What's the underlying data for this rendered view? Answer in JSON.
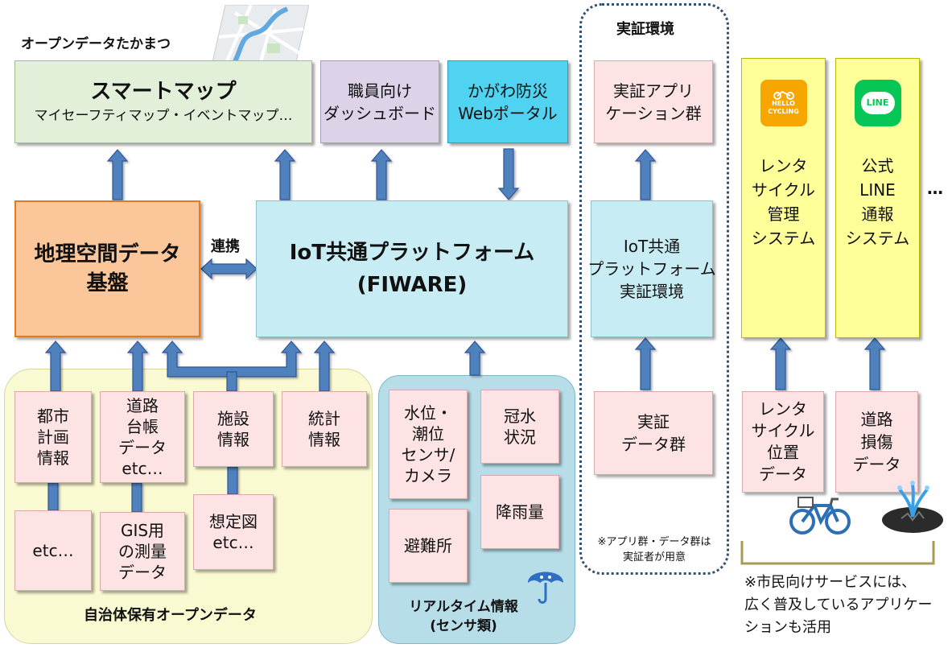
{
  "title_open_data": "オープンデータたかまつ",
  "smart_map": {
    "title": "スマートマップ",
    "subtitle": "マイセーフティマップ・イベントマップ…"
  },
  "staff_dashboard": {
    "line1": "職員向け",
    "line2": "ダッシュボード"
  },
  "kagawa_portal": {
    "line1": "かがわ防災",
    "line2": "Webポータル"
  },
  "geo_platform": {
    "line1": "地理空間データ",
    "line2": "基盤"
  },
  "link_label": "連携",
  "iot_platform": {
    "line1": "IoT共通プラットフォーム",
    "line2": "(FIWARE)"
  },
  "demo": {
    "title": "実証環境",
    "apps": {
      "line1": "実証アプリ",
      "line2": "ケーション群"
    },
    "iot": {
      "line1": "IoT共通",
      "line2": "プラットフォーム",
      "line3": "実証環境"
    },
    "data": {
      "line1": "実証",
      "line2": "データ群"
    },
    "note": {
      "line1": "※アプリ群・データ群は",
      "line2": "実証者が用意"
    }
  },
  "rental_cycle_mgmt": {
    "logo_line1": "HELLO",
    "logo_line2": "CYCLING",
    "line1": "レンタ",
    "line2": "サイクル",
    "line3": "管理",
    "line4": "システム"
  },
  "line_report": {
    "logo": "LINE",
    "line1": "公式",
    "line2": "LINE",
    "line3": "通報",
    "line4": "システム"
  },
  "ellipsis": "…",
  "rental_cycle_data": {
    "line1": "レンタ",
    "line2": "サイクル",
    "line3": "位置",
    "line4": "データ"
  },
  "road_damage": {
    "line1": "道路",
    "line2": "損傷",
    "line3": "データ"
  },
  "citizen_note": {
    "line1": "※市民向けサービスには、",
    "line2": "広く普及しているアプリケー",
    "line3": "ションも活用"
  },
  "municipal": {
    "label": "自治体保有オープンデータ",
    "city_plan": {
      "line1": "都市",
      "line2": "計画",
      "line3": "情報"
    },
    "road_ledger": {
      "line1": "道路",
      "line2": "台帳",
      "line3": "データ",
      "line4": "etc…"
    },
    "facility": {
      "line1": "施設",
      "line2": "情報"
    },
    "statistics": {
      "line1": "統計",
      "line2": "情報"
    },
    "etc": "etc…",
    "gis_survey": {
      "line1": "GIS用",
      "line2": "の測量",
      "line3": "データ"
    },
    "hazard_map": {
      "line1": "想定図",
      "line2": "etc…"
    }
  },
  "realtime": {
    "label1": "リアルタイム情報",
    "label2": "(センサ類)",
    "water_level": {
      "line1": "水位・",
      "line2": "潮位",
      "line3": "センサ/",
      "line4": "カメラ"
    },
    "flooding": {
      "line1": "冠水",
      "line2": "状況"
    },
    "rainfall": "降雨量",
    "shelter": "避難所"
  },
  "colors": {
    "arrow": "#4f81bd",
    "arrow_stroke": "#2f5597",
    "municipal_bg": "#fafad2",
    "realtime_bg": "#b7dde8",
    "geo_bg": "#fbc79a",
    "smart_map_bg": "#e2efd9",
    "dashboard_bg": "#dcd3e8",
    "portal_bg": "#4fd3f0"
  },
  "icons": [
    "map-thumbnail-icon",
    "hello-cycling-logo-icon",
    "line-logo-icon",
    "bicycle-icon",
    "road-damage-icon",
    "umbrella-character-icon"
  ]
}
